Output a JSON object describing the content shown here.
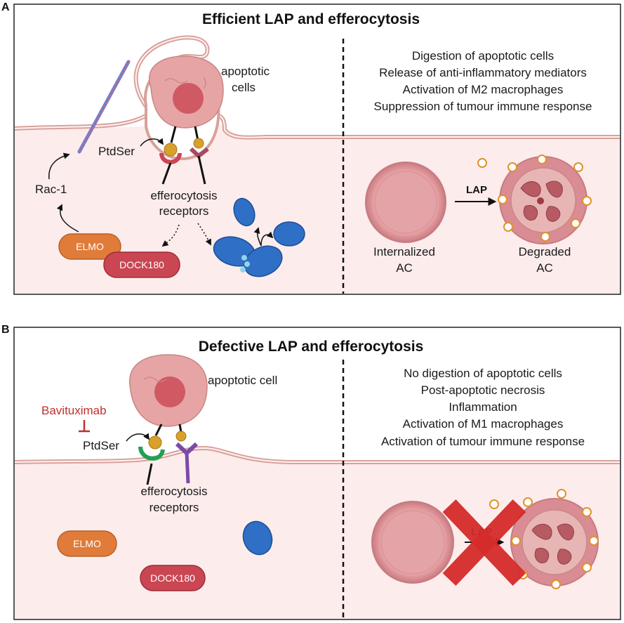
{
  "panel_a": {
    "letter": "A",
    "title": "Efficient LAP and efferocytosis",
    "apoptotic_label": [
      "apoptotic",
      "cells"
    ],
    "ptdser": "PtdSer",
    "receptors": [
      "efferocytosis",
      "receptors"
    ],
    "rac1": "Rac-1",
    "elmo": "ELMO",
    "dock180": "DOCK180",
    "outcomes": [
      "Digestion of apoptotic cells",
      "Release of anti-inflammatory mediators",
      "Activation of M2 macrophages",
      "Suppression of tumour immune response"
    ],
    "lap": "LAP",
    "internalized": [
      "Internalized",
      "AC"
    ],
    "degraded": [
      "Degraded",
      "AC"
    ]
  },
  "panel_b": {
    "letter": "B",
    "title": "Defective LAP and efferocytosis",
    "apoptotic_label": "apoptotic cell",
    "bavituximab": "Bavituximab",
    "ptdser": "PtdSer",
    "receptors": [
      "efferocytosis",
      "receptors"
    ],
    "elmo": "ELMO",
    "dock180": "DOCK180",
    "outcomes": [
      "No digestion of apoptotic cells",
      "Post-apoptotic necrosis",
      "Inflammation",
      "Activation of M1 macrophages",
      "Activation of tumour immune response"
    ],
    "lap": "LAP"
  },
  "colors": {
    "cytoplasm": "#fcecec",
    "membrane": "#d9a19b",
    "cell_body": "#e7a4a4",
    "nucleus": "#cf5a64",
    "elmo": "#e07b39",
    "dock180": "#c94652",
    "protein": "#2f6fc5",
    "ptdser": "#d9a12a",
    "x_mark": "#d62b2b",
    "bavituximab": "#c0302b"
  }
}
